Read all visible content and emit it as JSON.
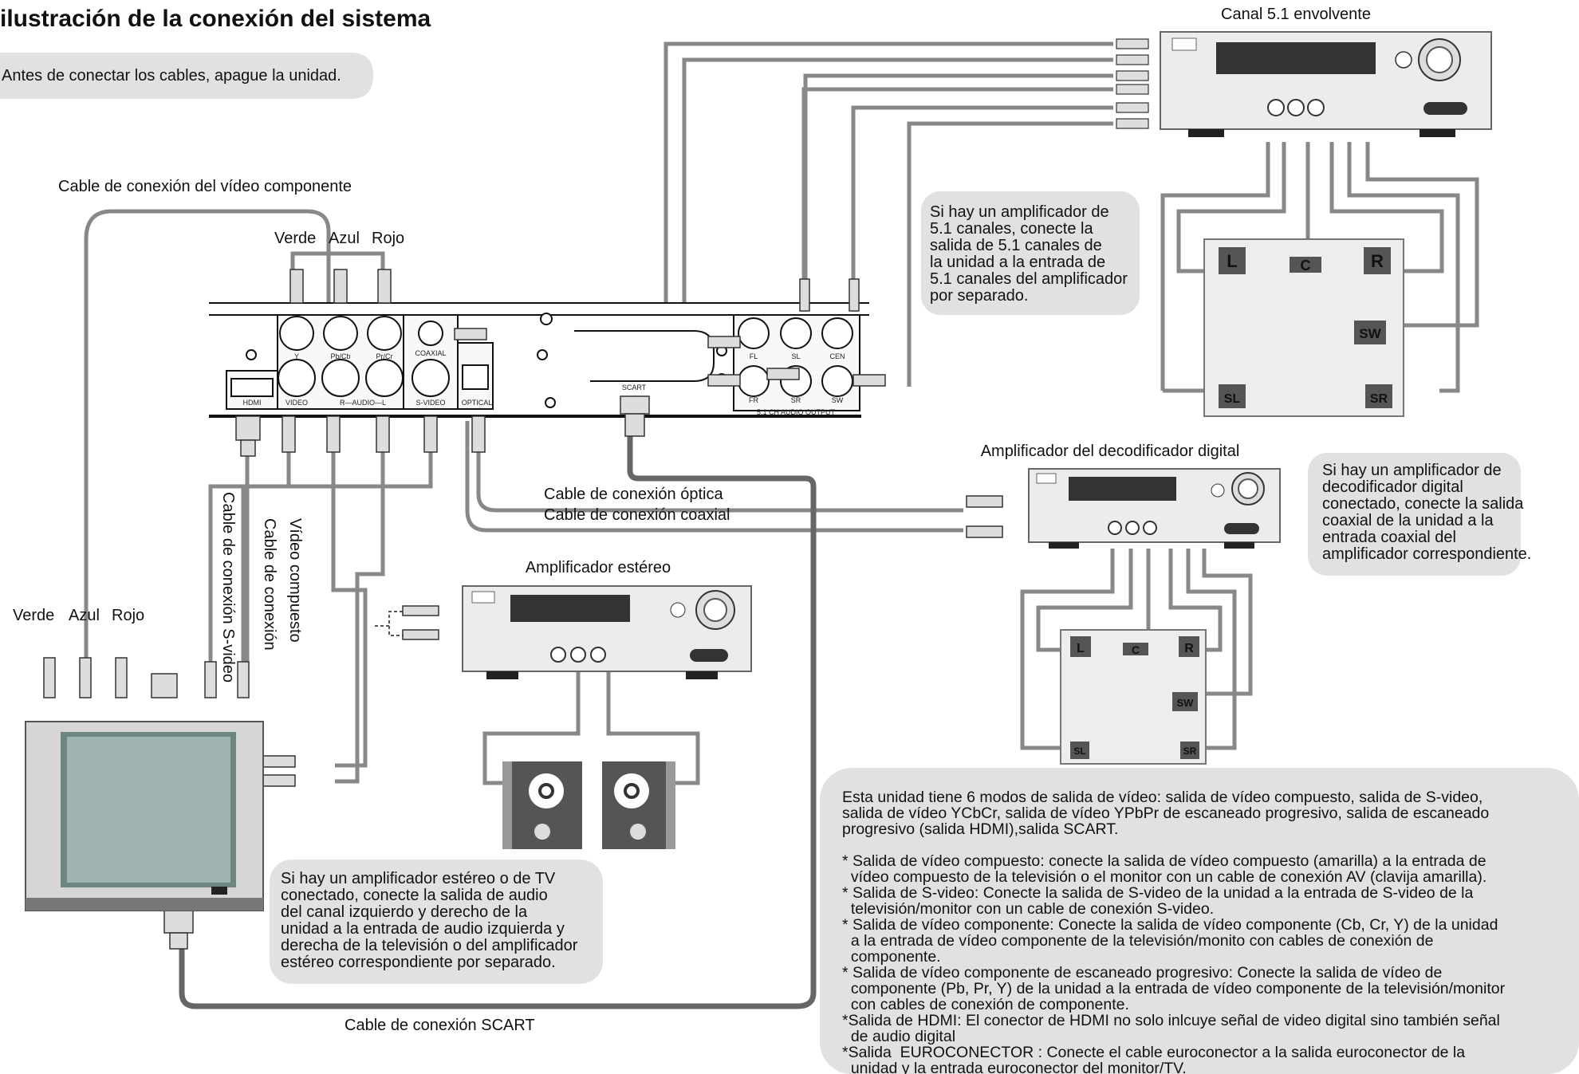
{
  "title": "ilustración de la conexión del sistema",
  "warning": "Antes de conectar los cables, apague la unidad.",
  "labels": {
    "component_cable": "Cable de conexión del vídeo componente",
    "green": "Verde",
    "blue": "Azul",
    "red": "Rojo",
    "surround": "Canal 5.1 envolvente",
    "decoder_amp": "Amplificador del decodificador digital",
    "optical_cable": "Cable de conexión óptica",
    "coaxial_cable": "Cable de conexión coaxial",
    "stereo_amp": "Amplificador estéreo",
    "svideo_cable": "Cable de conexión S-video",
    "composite_cable_1": "Cable de conexión",
    "composite_cable_2": "Vídeo compuesto",
    "scart_cable": "Cable de conexión SCART"
  },
  "player_ports": {
    "y": "Y",
    "pb": "Pb/Cb",
    "pr": "Pr/Cr",
    "coaxial": "COAXIAL",
    "hdmi": "HDMI",
    "video": "VIDEO",
    "audio": "R—AUDIO—L",
    "svideo": "S-VIDEO",
    "optical": "OPTICAL",
    "scart": "SCART",
    "fl": "FL",
    "sl": "SL",
    "cen": "CEN",
    "fr": "FR",
    "sr": "SR",
    "sw": "SW",
    "audio_output": "5.1 CH AUDIO OUTPUT"
  },
  "speakers": {
    "l": "L",
    "c": "C",
    "r": "R",
    "sw": "SW",
    "sl": "SL",
    "sr": "SR"
  },
  "notes": {
    "surround": [
      "Si hay un amplificador de",
      "5.1 canales, conecte la",
      "salida de 5.1 canales de",
      "la unidad a la entrada de",
      "5.1 canales del amplificador",
      "por separado."
    ],
    "decoder": [
      "Si hay un amplificador de",
      "decodificador digital",
      "conectado, conecte la salida",
      "coaxial de la unidad a la",
      "entrada coaxial del",
      "amplificador correspondiente."
    ],
    "stereo": [
      "Si hay un amplificador estéreo o de TV",
      "conectado, conecte la salida de audio",
      "del canal izquierdo y derecho de la",
      "unidad a la entrada de audio izquierda y",
      "derecha de la televisión o del amplificador",
      "estéreo correspondiente por separado."
    ],
    "modes": [
      "Esta unidad tiene 6 modos de salida de vídeo: salida de vídeo compuesto, salida de S-video,",
      "salida de vídeo YCbCr, salida de vídeo YPbPr de escaneado progresivo, salida de escaneado",
      "progresivo (salida HDMI),salida SCART.",
      "",
      "* Salida de vídeo compuesto: conecte la salida de vídeo compuesto (amarilla) a la entrada de",
      "  vídeo compuesto de la televisión o el monitor con un cable de conexión AV (clavija amarilla).",
      "* Salida de S-video: Conecte la salida de S-video de la unidad a la entrada de S-video de la",
      "  televisión/monitor con un cable de conexión S-video.",
      "* Salida de vídeo componente: Conecte la salida de vídeo componente (Cb, Cr, Y) de la unidad",
      "  a la entrada de vídeo componente de la televisión/monito con cables de conexión de",
      "  componente.",
      "* Salida de vídeo componente de escaneado progresivo: Conecte la salida de vídeo de",
      "  componente (Pb, Pr, Y) de la unidad a la entrada de vídeo componente de la televisión/monitor",
      "  con cables de conexión de componente.",
      "*Salida de HDMI: El conector de HDMI no solo inlcuye señal de video digital sino también señal",
      "  de audio digital",
      "*Salida  EUROCONECTOR : Conecte el cable euroconector a la salida euroconector de la",
      "  unidad y la entrada euroconector del monitor/TV."
    ]
  }
}
